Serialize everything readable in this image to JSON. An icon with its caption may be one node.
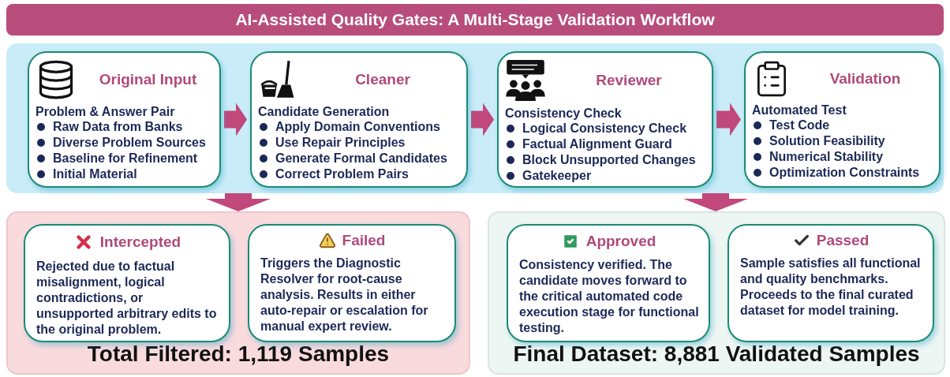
{
  "diagram": {
    "title": "AI-Assisted Quality Gates: A Multi-Stage Validation Workflow",
    "nodes": [
      {
        "text": [],
        "shape": "box"
      },
      {
        "text": [
          "Original Input",
          "Problem & Answer Pair",
          "Raw Data from Banks",
          "Diverse Problem Sources",
          "Baseline for Refinement",
          "Initial Material"
        ],
        "in": 0
      },
      {
        "text": [
          "Cleaner",
          "Candidate Generation",
          "Apply Domain Conventions",
          "Use Repair Principles",
          "Generate Formal Candidates",
          "Correct Problem Pairs"
        ],
        "in": 0
      },
      {
        "text": [
          "Reviewer",
          "Consistency Check",
          "Logical Consistency Check",
          "Factual Alignment Guard",
          "Block Unsupported Changes",
          "Gatekeeper"
        ],
        "in": 0
      },
      {
        "text": [
          "Validation",
          "Automated Test",
          "Test Code",
          "Solution Feasibility",
          "Numerical Stability",
          "Optimization Constraints"
        ],
        "in": 0
      },
      {
        "text": [
          "Total Filtered: 1,119 Samples"
        ]
      },
      {
        "text": [
          "Intercepted",
          "Rejected due to factual misalignment, logical contradictions, or unsupported arbitrary edits to the original problem."
        ],
        "in": 5
      },
      {
        "text": [
          "Failed",
          "Triggers the Diagnostic Resolver for root-cause analysis. Results in either auto-repair or escalation for manual expert review."
        ],
        "in": 5
      },
      {
        "text": [
          "Final Dataset: 8,881 Validated Samples"
        ]
      },
      {
        "text": [
          "Approved",
          "Consistency verified. The candidate moves forward to the critical automated code execution stage for functional testing."
        ],
        "in": 8
      },
      {
        "text": [
          "Passed",
          "Sample satisfies all functional and quality benchmarks. Proceeds to the final curated dataset for model training."
        ],
        "in": 8
      }
    ],
    "edges": [
      {
        "from": 1,
        "to": 2,
        "arrow": "to"
      },
      {
        "from": 2,
        "to": 3,
        "arrow": "to"
      },
      {
        "from": 3,
        "to": 4,
        "arrow": "to"
      },
      {
        "from": 0,
        "to": 5,
        "arrow": "to"
      },
      {
        "from": 0,
        "to": 8,
        "arrow": "to"
      }
    ]
  }
}
